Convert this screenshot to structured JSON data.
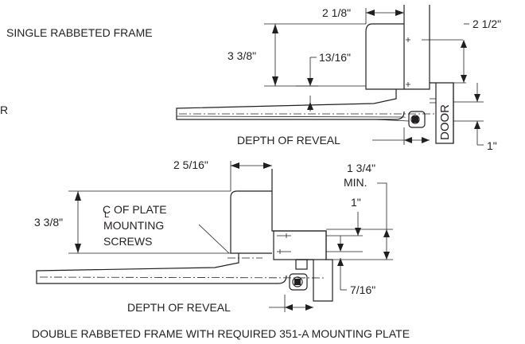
{
  "top": {
    "title": "SINGLE RABBETED FRAME",
    "dim_width": "2 1/8\"",
    "dim_right": "2 1/2\"",
    "dim_height": "3 3/8\"",
    "dim_small": "13/16\"",
    "door": "DOOR",
    "reveal": "DEPTH OF REVEAL",
    "dim_one": "1\"",
    "cut_text": "R"
  },
  "bottom": {
    "dim_width": "2 5/16\"",
    "dim_height": "3 3/8\"",
    "centerline": "C OF PLATE",
    "centerline_symbol": "L",
    "centerline_2": "MOUNTING",
    "centerline_3": "SCREWS",
    "dim_min_1": "1 3/4\"",
    "dim_min_2": "MIN.",
    "dim_one": "1\"",
    "dim_small": "7/16\"",
    "reveal": "DEPTH OF REVEAL",
    "caption": "DOUBLE RABBETED FRAME WITH REQUIRED 351-A MOUNTING PLATE"
  }
}
